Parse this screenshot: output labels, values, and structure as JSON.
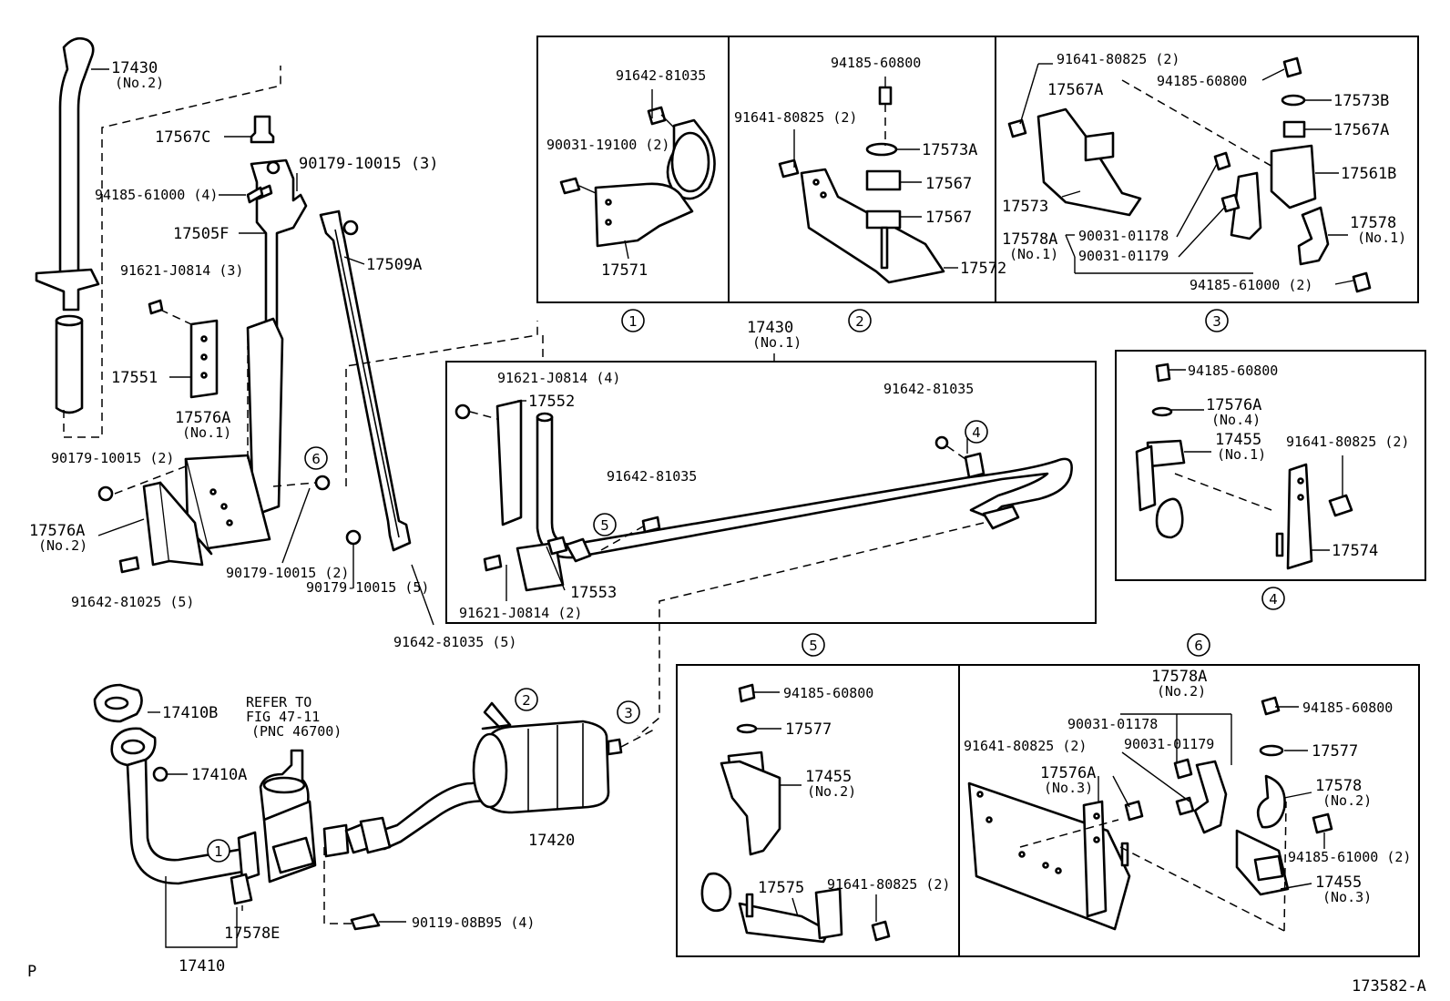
{
  "labels": {
    "l17430_2": "17430",
    "l17430_2b": "(No.2)",
    "l17567C": "17567C",
    "l94185_61000_4": "94185-61000 (4)",
    "l17505F": "17505F",
    "l90179_3": "90179-10015 (3)",
    "l17509A": "17509A",
    "l91621_3": "91621-J0814 (3)",
    "l17551": "17551",
    "l17576A_1": "17576A",
    "l17576A_1b": "(No.1)",
    "l90179_2a": "90179-10015 (2)",
    "l17576A_2": "17576A",
    "l17576A_2b": "(No.2)",
    "l91642_81025": "91642-81025 (5)",
    "l90179_2b": "90179-10015 (2)",
    "l90179_5": "90179-10015 (5)",
    "l91642_81035_5": "91642-81035 (5)",
    "l17410B": "17410B",
    "l17410A": "17410A",
    "lRefer1": "REFER TO",
    "lRefer2": "FIG 47-11",
    "lRefer3": "(PNC 46700)",
    "l17578E": "17578E",
    "l17410": "17410",
    "l90119": "90119-08B95 (4)",
    "l17420": "17420",
    "l17430_1": "17430",
    "l17430_1b": "(No.1)",
    "l91621_4": "91621-J0814 (4)",
    "l17552": "17552",
    "l91642_mid": "91642-81035",
    "l91642_right": "91642-81035",
    "l91621_2": "91621-J0814 (2)",
    "l17553": "17553",
    "b1_91642": "91642-81035",
    "b1_90031": "90031-19100 (2)",
    "b1_17571": "17571",
    "b2_94185": "94185-60800",
    "b2_91641": "91641-80825 (2)",
    "b2_17573A": "17573A",
    "b2_17567a": "17567",
    "b2_17567b": "17567",
    "b2_17572": "17572",
    "b3_91641": "91641-80825 (2)",
    "b3_94185": "94185-60800",
    "b3_17567A_l": "17567A",
    "b3_17573B": "17573B",
    "b3_17567A_r": "17567A",
    "b3_17561B": "17561B",
    "b3_17573": "17573",
    "b3_17578A": "17578A",
    "b3_17578Ab": "(No.1)",
    "b3_90031a": "90031-01178",
    "b3_90031b": "90031-01179",
    "b3_17578": "17578",
    "b3_17578b": "(No.1)",
    "b3_94185_61000": "94185-61000 (2)",
    "b4_94185": "94185-60800",
    "b4_17576A": "17576A",
    "b4_17576Ab": "(No.4)",
    "b4_17455": "17455",
    "b4_17455b": "(No.1)",
    "b4_91641": "91641-80825 (2)",
    "b4_17574": "17574",
    "b5_94185": "94185-60800",
    "b5_17577": "17577",
    "b5_17455": "17455",
    "b5_17455b": "(No.2)",
    "b5_17575": "17575",
    "b5_91641": "91641-80825 (2)",
    "b6_17578A": "17578A",
    "b6_17578Ab": "(No.2)",
    "b6_94185": "94185-60800",
    "b6_90031a": "90031-01178",
    "b6_90031b": "90031-01179",
    "b6_17577": "17577",
    "b6_91641": "91641-80825 (2)",
    "b6_17576A": "17576A",
    "b6_17576Ab": "(No.3)",
    "b6_17578": "17578",
    "b6_17578b": "(No.2)",
    "b6_94185_61000": "94185-61000 (2)",
    "b6_17455": "17455",
    "b6_17455b": "(No.3)",
    "cornerP": "P",
    "figId": "173582-A"
  },
  "callouts": {
    "c1": "1",
    "c2": "2",
    "c3": "3",
    "c4": "4",
    "c5": "5",
    "c6": "6",
    "m1": "1",
    "m2": "2",
    "m3": "3",
    "m4": "4",
    "m5": "5",
    "m6": "6"
  }
}
